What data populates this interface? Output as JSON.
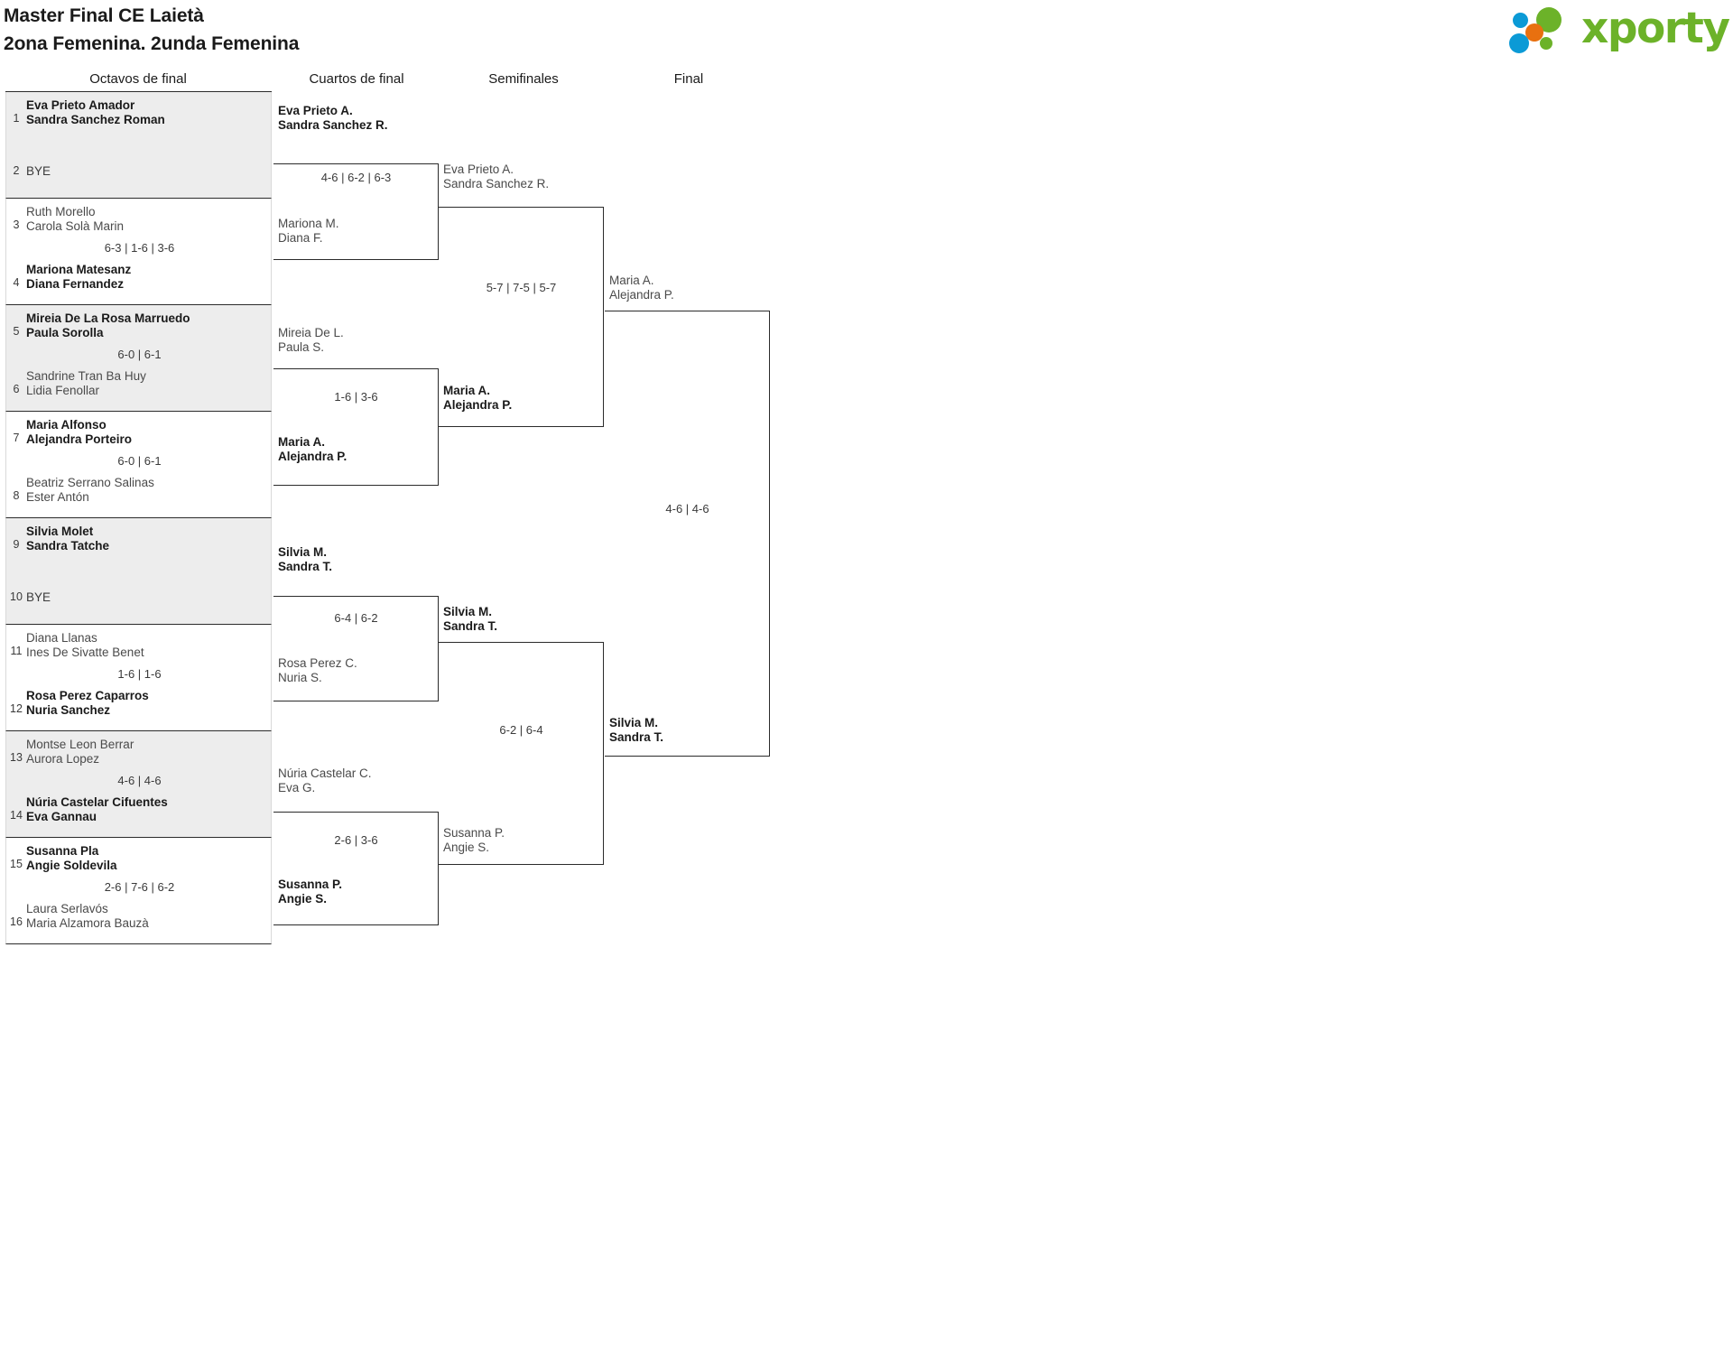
{
  "header": {
    "title_line1": "Master Final CE Laietà",
    "title_line2": "2ona Femenina. 2unda Femenina",
    "logo_text": "xporty",
    "logo_colors": {
      "green": "#6cb229",
      "blue": "#0b9ad6",
      "orange": "#e8700f"
    }
  },
  "rounds": [
    {
      "label": "Octavos de final"
    },
    {
      "label": "Cuartos de final"
    },
    {
      "label": "Semifinales"
    },
    {
      "label": "Final"
    }
  ],
  "round16": [
    {
      "shaded": true,
      "score": "",
      "top": {
        "seed": "1",
        "line1": "Eva Prieto Amador",
        "line2": "Sandra Sanchez Roman",
        "winner": true,
        "bye": false
      },
      "bottom": {
        "seed": "2",
        "line1": "BYE",
        "line2": "",
        "winner": false,
        "bye": true
      }
    },
    {
      "shaded": false,
      "score": "6-3 | 1-6 | 3-6",
      "top": {
        "seed": "3",
        "line1": "Ruth Morello",
        "line2": "Carola Solà Marin",
        "winner": false,
        "bye": false
      },
      "bottom": {
        "seed": "4",
        "line1": "Mariona Matesanz",
        "line2": "Diana Fernandez",
        "winner": true,
        "bye": false
      }
    },
    {
      "shaded": true,
      "score": "6-0 | 6-1",
      "top": {
        "seed": "5",
        "line1": "Mireia De La Rosa Marruedo",
        "line2": "Paula Sorolla",
        "winner": true,
        "bye": false
      },
      "bottom": {
        "seed": "6",
        "line1": "Sandrine Tran Ba Huy",
        "line2": "Lidia Fenollar",
        "winner": false,
        "bye": false
      }
    },
    {
      "shaded": false,
      "score": "6-0 | 6-1",
      "top": {
        "seed": "7",
        "line1": "Maria Alfonso",
        "line2": "Alejandra Porteiro",
        "winner": true,
        "bye": false
      },
      "bottom": {
        "seed": "8",
        "line1": "Beatriz Serrano Salinas",
        "line2": "Ester Antón",
        "winner": false,
        "bye": false
      }
    },
    {
      "shaded": true,
      "score": "",
      "top": {
        "seed": "9",
        "line1": "Silvia Molet",
        "line2": "Sandra Tatche",
        "winner": true,
        "bye": false
      },
      "bottom": {
        "seed": "10",
        "line1": "BYE",
        "line2": "",
        "winner": false,
        "bye": true
      }
    },
    {
      "shaded": false,
      "score": "1-6 | 1-6",
      "top": {
        "seed": "11",
        "line1": "Diana Llanas",
        "line2": "Ines De Sivatte Benet",
        "winner": false,
        "bye": false
      },
      "bottom": {
        "seed": "12",
        "line1": "Rosa Perez Caparros",
        "line2": "Nuria Sanchez",
        "winner": true,
        "bye": false
      }
    },
    {
      "shaded": true,
      "score": "4-6 | 4-6",
      "top": {
        "seed": "13",
        "line1": "Montse Leon Berrar",
        "line2": "Aurora Lopez",
        "winner": false,
        "bye": false
      },
      "bottom": {
        "seed": "14",
        "line1": "Núria Castelar Cifuentes",
        "line2": "Eva Gannau",
        "winner": true,
        "bye": false
      }
    },
    {
      "shaded": false,
      "score": "2-6 | 7-6 | 6-2",
      "top": {
        "seed": "15",
        "line1": "Susanna Pla",
        "line2": "Angie Soldevila",
        "winner": true,
        "bye": false
      },
      "bottom": {
        "seed": "16",
        "line1": "Laura Serlavós",
        "line2": "Maria Alzamora Bauzà",
        "winner": false,
        "bye": false
      }
    }
  ],
  "quarters": [
    {
      "score": "4-6 | 6-2 | 6-3",
      "top": {
        "line1": "Eva Prieto A.",
        "line2": "Sandra Sanchez R.",
        "winner": true
      },
      "bottom": {
        "line1": "Mariona M.",
        "line2": "Diana F.",
        "winner": false
      }
    },
    {
      "score": "1-6 | 3-6",
      "top": {
        "line1": "Mireia De L.",
        "line2": "Paula S.",
        "winner": false
      },
      "bottom": {
        "line1": "Maria A.",
        "line2": "Alejandra P.",
        "winner": true
      }
    },
    {
      "score": "6-4 | 6-2",
      "top": {
        "line1": "Silvia M.",
        "line2": "Sandra T.",
        "winner": true
      },
      "bottom": {
        "line1": "Rosa Perez C.",
        "line2": "Nuria S.",
        "winner": false
      }
    },
    {
      "score": "2-6 | 3-6",
      "top": {
        "line1": "Núria Castelar C.",
        "line2": "Eva G.",
        "winner": false
      },
      "bottom": {
        "line1": "Susanna P.",
        "line2": "Angie S.",
        "winner": true
      }
    }
  ],
  "semis": [
    {
      "score": "5-7 | 7-5 | 5-7",
      "top": {
        "line1": "Eva Prieto A.",
        "line2": "Sandra Sanchez R.",
        "winner": false
      },
      "bottom": {
        "line1": "Maria A.",
        "line2": "Alejandra P.",
        "winner": true
      }
    },
    {
      "score": "6-2 | 6-4",
      "top": {
        "line1": "Silvia M.",
        "line2": "Sandra T.",
        "winner": true
      },
      "bottom": {
        "line1": "Susanna P.",
        "line2": "Angie S.",
        "winner": false
      }
    }
  ],
  "final": {
    "score": "4-6 | 4-6",
    "top": {
      "line1": "Maria A.",
      "line2": "Alejandra P.",
      "winner": false
    },
    "bottom": {
      "line1": "Silvia M.",
      "line2": "Sandra T.",
      "winner": true
    }
  }
}
